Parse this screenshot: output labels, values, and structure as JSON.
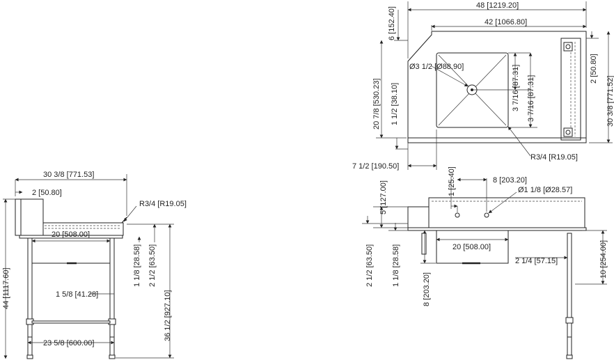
{
  "side_view": {
    "width": "30 3/8 [771.53]",
    "splash": "2 [50.80]",
    "radius": "R3/4 [R19.05]",
    "bowl_width": "20 [508.00]",
    "d_1_1_8": "1 1/8 [28.58]",
    "d_2_1_2": "2 1/2 [63.50]",
    "leg_spacing": "1 5/8 [41.28]",
    "bottom_span": "23 5/8 [600.00]",
    "total_height": "44 [1117.60]",
    "work_height": "36 1/2 [927.10]"
  },
  "plan_view": {
    "overall_width": "48 [1219.20]",
    "inner_width": "42 [1066.80]",
    "back_offset": "6 [152.40]",
    "side_depth": "20 7/8 [530.23]",
    "front_lip": "1 1/2 [38.10]",
    "drain": "Ø3 1/2 [Ø88.90]",
    "drain_x": "3 7/16 [87.31]",
    "drain_y": "3 7/16 [87.31]",
    "splash_depth": "2 [50.80]",
    "overall_depth": "30 3/8 [771.52]",
    "corner_radius": "R3/4 [R19.05]",
    "left_offset": "7 1/2 [190.50]"
  },
  "front_view": {
    "top_offset": "1 [25.40]",
    "faucet_spacing": "8 [203.20]",
    "faucet_hole": "Ø1 1/8 [Ø28.57]",
    "splash_height": "5 [127.00]",
    "bowl_width": "20 [508.00]",
    "faucet_offset": "2 1/4 [57.15]",
    "d_2_1_2": "2 1/2 [63.50]",
    "d_1_1_8": "1 1/8 [28.58]",
    "bowl_depth": "8 [203.20]",
    "leg_height": "10 [254.00]"
  }
}
